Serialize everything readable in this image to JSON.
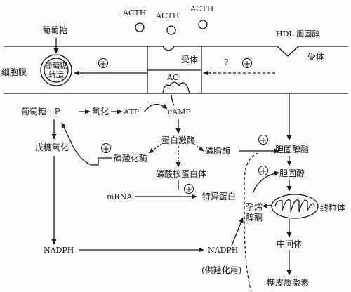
{
  "colors": {
    "ink": "#1b1b1b",
    "paper": "#fbfbf9"
  },
  "labels": {
    "acth1": "ACTH",
    "acth2": "ACTH",
    "acth3": "ACTH",
    "glucose_top": "葡萄糖",
    "hdl": "HDL 胆固醇",
    "receptor_right": "受体",
    "receptor_mid": "受体",
    "question": "?",
    "cell_membrane": "细胞膜",
    "glucose_transporter_line1": "葡萄糖",
    "glucose_transporter_line2": "转运",
    "ac": "AC",
    "glucose_p": "葡萄糖 - P",
    "oxidation": "氧化",
    "atp": "ATP",
    "camp": "cAMP",
    "protein_kinase": "蛋白激酶",
    "pentose_oxidation": "戊糖氧化",
    "phosphorylase": "磷酸化酶",
    "lipase": "磷脂酶",
    "cholesterol_ester": "胆固醇酯",
    "phospho_nucleoprotein": "磷酸核蛋白体",
    "cholesterol": "胆固醇",
    "mrna": "mRNA",
    "specific_protein": "特异蛋白",
    "mitochondria": "线粒体",
    "pregnenolone_line1": "孕烯",
    "pregnenolone_line2": "醇酮",
    "intermediate": "中间体",
    "nadph_left": "NADPH",
    "nadph_right": "NADPH",
    "hydroxylation": "(供羟化用)",
    "corticosteroid": "糖皮质激素",
    "plus_sign": "+"
  }
}
